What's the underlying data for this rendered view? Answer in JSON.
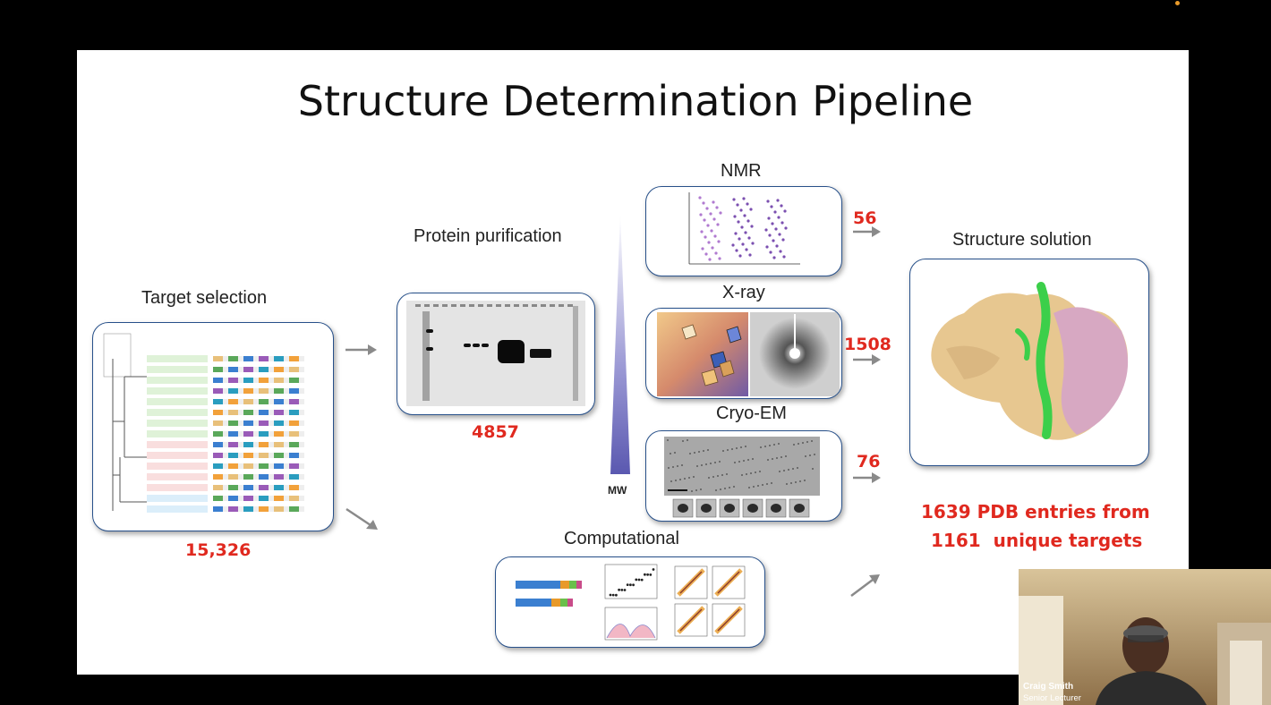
{
  "slide": {
    "title": "Structure Determination Pipeline",
    "stages": {
      "target_selection": {
        "label": "Target selection",
        "count": "15,326"
      },
      "protein_purification": {
        "label": "Protein purification",
        "count": "4857"
      },
      "nmr": {
        "label": "NMR",
        "count": "56"
      },
      "xray": {
        "label": "X-ray",
        "count": "1508"
      },
      "cryo_em": {
        "label": "Cryo-EM",
        "count": "76"
      },
      "computational": {
        "label": "Computational"
      },
      "structure_solution": {
        "label": "Structure solution"
      }
    },
    "mw_label": "MW",
    "summary_line1": "1639 PDB entries from",
    "summary_line2": "1161  unique targets"
  },
  "participant": {
    "name": "Craig Smith",
    "role": "Senior Lecturer"
  },
  "colors": {
    "accent_red": "#e0291f",
    "panel_border": "#27508a",
    "recording_dot": "#e89a2a"
  }
}
